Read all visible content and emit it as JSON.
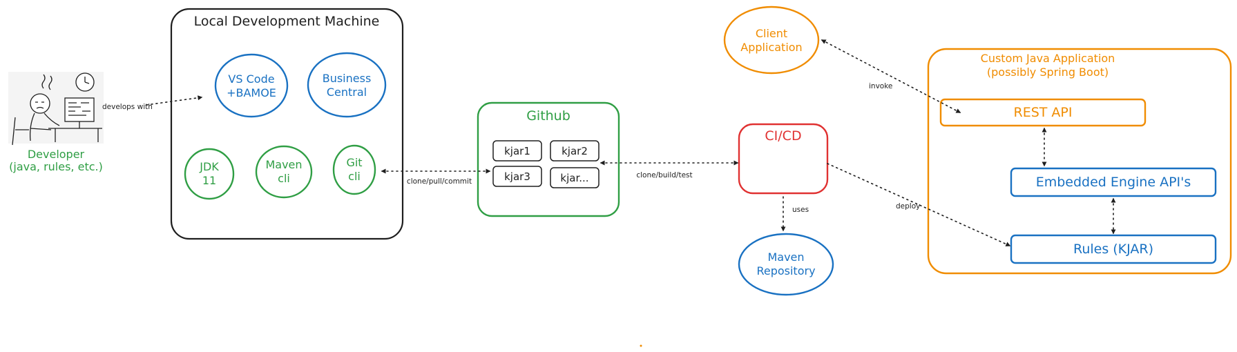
{
  "colors": {
    "black": "#1e1e1e",
    "blue": "#1971c2",
    "green": "#2f9e44",
    "orange": "#f08c00",
    "red": "#e03131"
  },
  "developer": {
    "icon": "developer-at-desk-icon",
    "line1": "Developer",
    "line2": "(java, rules, etc.)"
  },
  "local_machine": {
    "title": "Local Development Machine",
    "vscode": [
      "VS Code",
      "+BAMOE"
    ],
    "business_central": [
      "Business",
      "Central"
    ],
    "jdk": [
      "JDK",
      "11"
    ],
    "maven_cli": [
      "Maven",
      "cli"
    ],
    "git_cli": [
      "Git",
      "cli"
    ]
  },
  "github": {
    "title": "Github",
    "repos": [
      "kjar1",
      "kjar2",
      "kjar3",
      "kjar..."
    ]
  },
  "cicd": {
    "title": "CI/CD"
  },
  "maven_repo": [
    "Maven",
    "Repository"
  ],
  "client_app": [
    "Client",
    "Application"
  ],
  "custom_app": {
    "title": [
      "Custom Java Application",
      "(possibly Spring Boot)"
    ],
    "rest_api": "REST API",
    "engine_api": "Embedded Engine API's",
    "rules": "Rules (KJAR)"
  },
  "edges": {
    "develops_with": "develops with",
    "clone_pull_commit": "clone/pull/commit",
    "clone_build_test": "clone/build/test",
    "uses": "uses",
    "deploy": "deploy",
    "invoke": "invoke"
  }
}
